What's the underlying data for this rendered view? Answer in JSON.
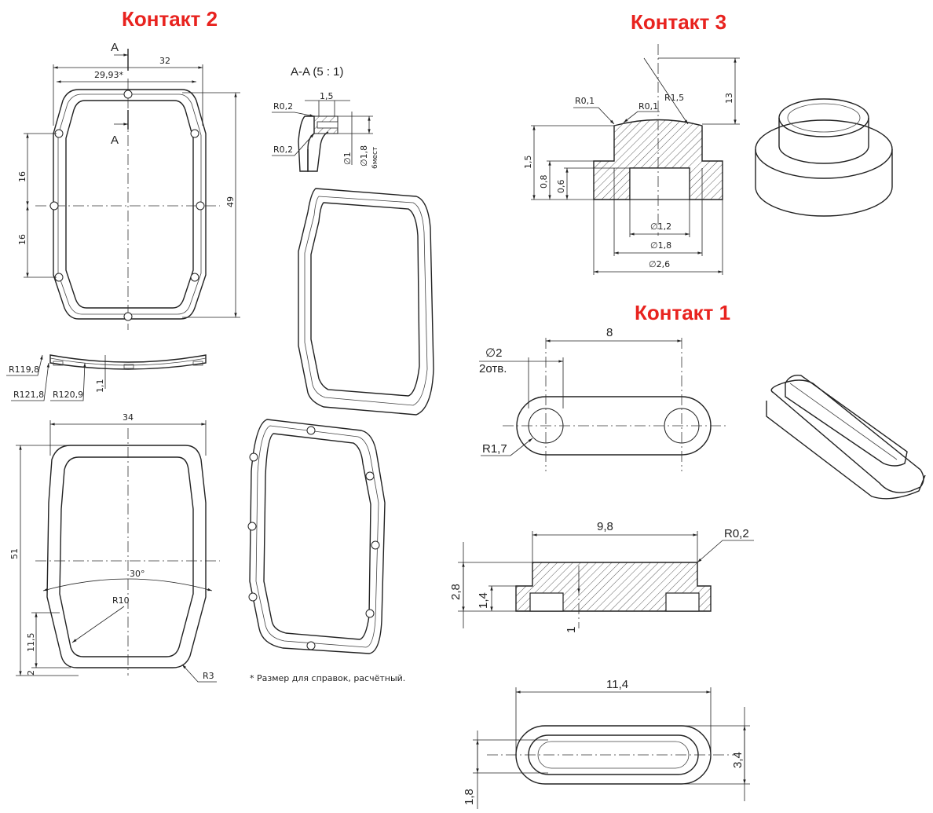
{
  "titles": {
    "contact2": "Контакт 2",
    "contact3": "Контакт 3",
    "contact1": "Контакт 1"
  },
  "colors": {
    "title": "#e8231f",
    "line": "#222222"
  },
  "contact2": {
    "top_view": {
      "section_mark": "A",
      "width_total": "32",
      "width_ref": "29,93*",
      "height": "49",
      "pitch_upper": "16",
      "pitch_lower": "16"
    },
    "side_view": {
      "r1": "R119,8",
      "r2": "R121,8",
      "r3": "R120,9",
      "thickness": "1,1"
    },
    "section": {
      "title": "A-A (5 : 1)",
      "r_top": "R0,2",
      "r_bottom": "R0,2",
      "depth": "1,5",
      "hole_d": "∅1",
      "boss_d": "∅1,8",
      "count": "6мест"
    },
    "bottom_view": {
      "width": "34",
      "height": "51",
      "angle": "30°",
      "radius": "R10",
      "h1": "11,5",
      "h2": "2",
      "corner_r": "R3"
    },
    "note": "* Размер для справок, расчётный."
  },
  "contact3": {
    "r1": "R0,1",
    "r2": "R0,1",
    "r3": "R1,5",
    "h_total": "13",
    "h_body": "1,5",
    "h_flange": "0,8",
    "h_recess": "0,6",
    "d1": "∅1,2",
    "d2": "∅1,8",
    "d3": "∅2,6"
  },
  "contact1": {
    "top_view": {
      "hole_d": "∅2",
      "hole_count": "2отв.",
      "pitch": "8",
      "end_r": "R1,7"
    },
    "section": {
      "length": "9,8",
      "edge_r": "R0,2",
      "h_total": "2,8",
      "h_body": "1,4",
      "h_foot": "1"
    },
    "bottom_view": {
      "length": "11,4",
      "width": "3,4",
      "inner_w": "1,8"
    }
  }
}
